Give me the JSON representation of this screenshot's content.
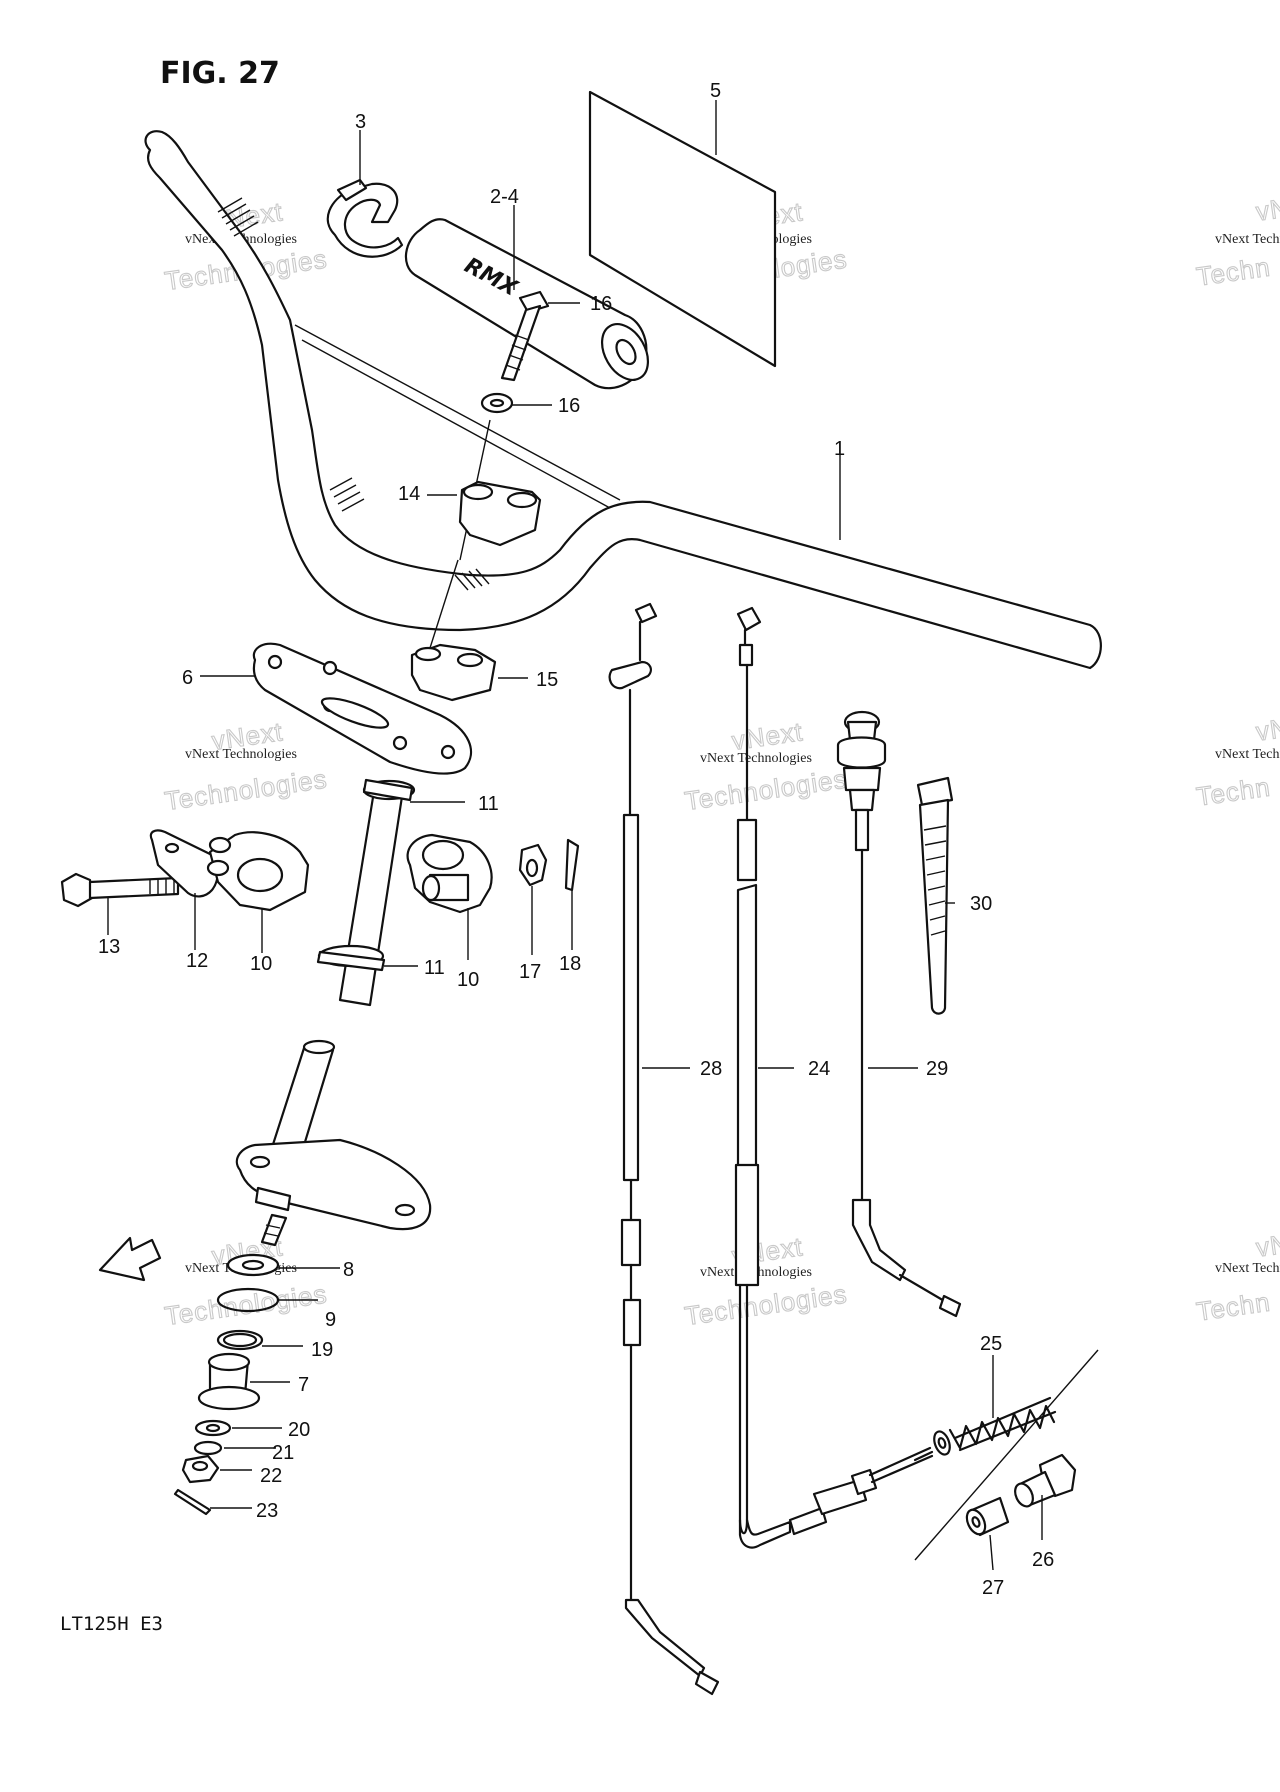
{
  "figure": {
    "title": "FIG. 27",
    "model": "LT125H  E3",
    "fwd_label": "FWD"
  },
  "watermark": {
    "small_text": "vNext Technologies",
    "big_text": "Technologies",
    "big_top": "vNext",
    "partial_small": "vNext Techno",
    "partial_big": "Techn",
    "partial_top": "vN"
  },
  "callouts": [
    {
      "id": "c1",
      "label": "1"
    },
    {
      "id": "c2-4",
      "label": "2-4"
    },
    {
      "id": "c3",
      "label": "3"
    },
    {
      "id": "c5",
      "label": "5"
    },
    {
      "id": "c6",
      "label": "6"
    },
    {
      "id": "c7",
      "label": "7"
    },
    {
      "id": "c8",
      "label": "8"
    },
    {
      "id": "c9",
      "label": "9"
    },
    {
      "id": "c10a",
      "label": "10"
    },
    {
      "id": "c10b",
      "label": "10"
    },
    {
      "id": "c11a",
      "label": "11"
    },
    {
      "id": "c11b",
      "label": "11"
    },
    {
      "id": "c12",
      "label": "12"
    },
    {
      "id": "c13",
      "label": "13"
    },
    {
      "id": "c14",
      "label": "14"
    },
    {
      "id": "c15",
      "label": "15"
    },
    {
      "id": "c16a",
      "label": "16"
    },
    {
      "id": "c16b",
      "label": "16"
    },
    {
      "id": "c17",
      "label": "17"
    },
    {
      "id": "c18",
      "label": "18"
    },
    {
      "id": "c19",
      "label": "19"
    },
    {
      "id": "c20",
      "label": "20"
    },
    {
      "id": "c21",
      "label": "21"
    },
    {
      "id": "c22",
      "label": "22"
    },
    {
      "id": "c23",
      "label": "23"
    },
    {
      "id": "c24",
      "label": "24"
    },
    {
      "id": "c25",
      "label": "25"
    },
    {
      "id": "c26",
      "label": "26"
    },
    {
      "id": "c27",
      "label": "27"
    },
    {
      "id": "c28",
      "label": "28"
    },
    {
      "id": "c29",
      "label": "29"
    },
    {
      "id": "c30",
      "label": "30"
    }
  ]
}
